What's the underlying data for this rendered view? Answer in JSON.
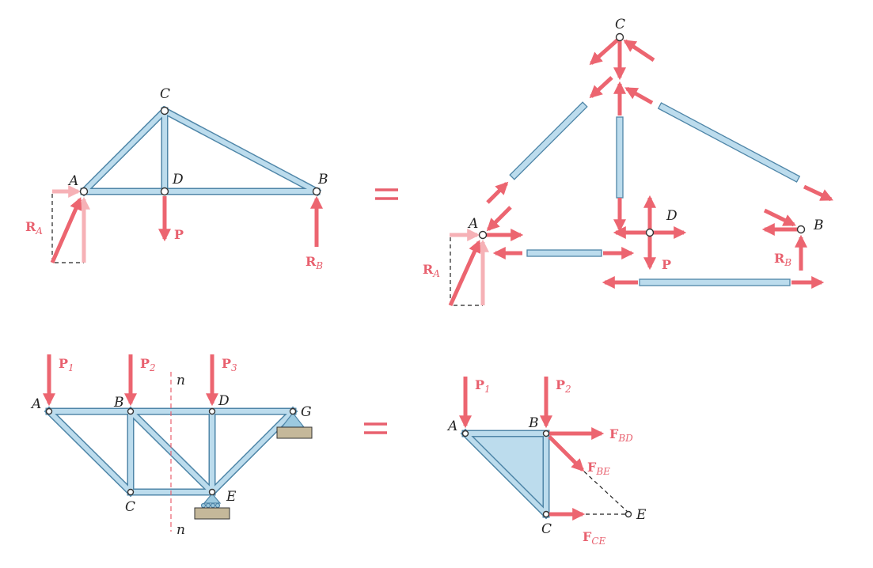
{
  "figure_top_left": {
    "joints": {
      "A": "A",
      "B": "B",
      "C": "C",
      "D": "D"
    },
    "forces": {
      "ra": "R",
      "ra_sub": "A",
      "rb": "R",
      "rb_sub": "B",
      "p": "P"
    }
  },
  "figure_top_right": {
    "joints": {
      "A": "A",
      "B": "B",
      "C": "C",
      "D": "D"
    },
    "forces": {
      "ra": "R",
      "ra_sub": "A",
      "rb": "R",
      "rb_sub": "B",
      "p": "P"
    }
  },
  "figure_bottom_left": {
    "joints": {
      "A": "A",
      "B": "B",
      "C": "C",
      "D": "D",
      "E": "E",
      "G": "G"
    },
    "section": {
      "top": "n",
      "bottom": "n"
    },
    "forces": {
      "p1": "P",
      "p1_sub": "1",
      "p2": "P",
      "p2_sub": "2",
      "p3": "P",
      "p3_sub": "3"
    }
  },
  "figure_bottom_right": {
    "joints": {
      "A": "A",
      "B": "B",
      "C": "C",
      "E": "E"
    },
    "forces": {
      "p1": "P",
      "p1_sub": "1",
      "p2": "P",
      "p2_sub": "2",
      "fbd": "F",
      "fbd_sub": "BD",
      "fbe": "F",
      "fbe_sub": "BE",
      "fce": "F",
      "fce_sub": "CE"
    }
  },
  "equals": "="
}
